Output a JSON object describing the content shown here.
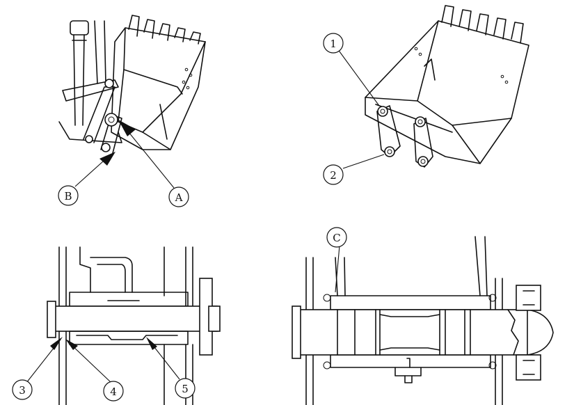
{
  "callouts": {
    "A": "A",
    "B": "B",
    "n1": "1",
    "n2": "2",
    "n3": "3",
    "n4": "4",
    "n5": "5",
    "C": "C"
  }
}
